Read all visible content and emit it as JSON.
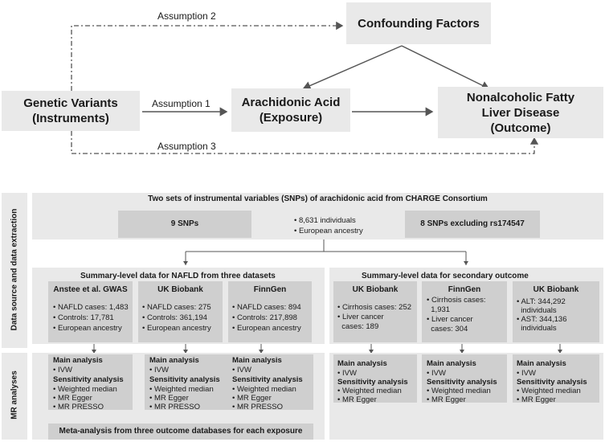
{
  "top": {
    "confounding": "Confounding Factors",
    "genetic_l1": "Genetic Variants",
    "genetic_l2": "(Instruments)",
    "exposure_l1": "Arachidonic Acid",
    "exposure_l2": "(Exposure)",
    "outcome_l1": "Nonalcoholic Fatty",
    "outcome_l2": "Liver Disease",
    "outcome_l3": "(Outcome)",
    "assumption1": "Assumption 1",
    "assumption2": "Assumption 2",
    "assumption3": "Assumption 3"
  },
  "side_labels": {
    "data_source": "Data source and data extraction",
    "mr_analyses": "MR analyses"
  },
  "instruments": {
    "title": "Two sets of instrumental variables (SNPs)  of  arachidonic acid from CHARGE Consortium",
    "snps9": "9 SNPs",
    "snps8": "8 SNPs excluding rs174547",
    "bullet1": "• 8,631 individuals",
    "bullet2": "• European ancestry"
  },
  "nafld": {
    "title": "Summary-level data for NAFLD from three datasets",
    "datasets": [
      {
        "name": "Anstee et al. GWAS",
        "lines": [
          "• NAFLD cases: 1,483",
          "• Controls: 17,781",
          "• European ancestry"
        ]
      },
      {
        "name": "UK Biobank",
        "lines": [
          "• NAFLD cases: 275",
          "• Controls: 361,194",
          "• European ancestry"
        ]
      },
      {
        "name": "FinnGen",
        "lines": [
          "• NAFLD cases: 894",
          "• Controls: 217,898",
          "• European ancestry"
        ]
      }
    ]
  },
  "secondary": {
    "title": "Summary-level data for secondary outcome",
    "datasets": [
      {
        "name": "UK Biobank",
        "lines": [
          "• Cirrhosis cases: 252",
          "• Liver cancer",
          "  cases: 189"
        ]
      },
      {
        "name": "FinnGen",
        "lines": [
          "• Cirrhosis cases:",
          "  1,931",
          "• Liver cancer",
          "  cases: 304"
        ]
      },
      {
        "name": "UK Biobank",
        "lines": [
          "• ALT: 344,292",
          "  individuals",
          "• AST: 344,136",
          "  individuals"
        ]
      }
    ]
  },
  "analysis": {
    "main": "Main analysis",
    "ivw": "• IVW",
    "sensitivity": "Sensitivity analysis",
    "weighted_median": "• Weighted median",
    "mr_egger": "• MR Egger",
    "mr_presso": "• MR PRESSO"
  },
  "meta": "Meta-analysis from three outcome databases for each exposure"
}
